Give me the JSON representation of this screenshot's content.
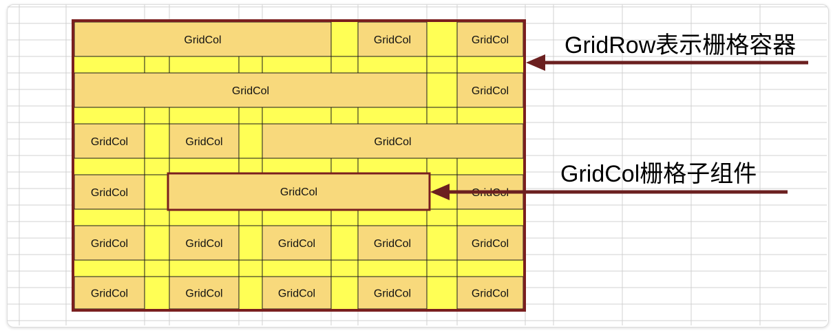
{
  "annotations": {
    "row_label": "GridRow表示栅格容器",
    "col_label": "GridCol栅格子组件"
  },
  "cell_text": "GridCol",
  "colors": {
    "background": "#ffffff",
    "background_grid": "#d0d0d0",
    "gutter": "#ffff55",
    "cell": "#f8d97c",
    "cell_border": "#1a1a1a",
    "container_border": "#7a1f1f",
    "arrow": "#6b2020"
  }
}
